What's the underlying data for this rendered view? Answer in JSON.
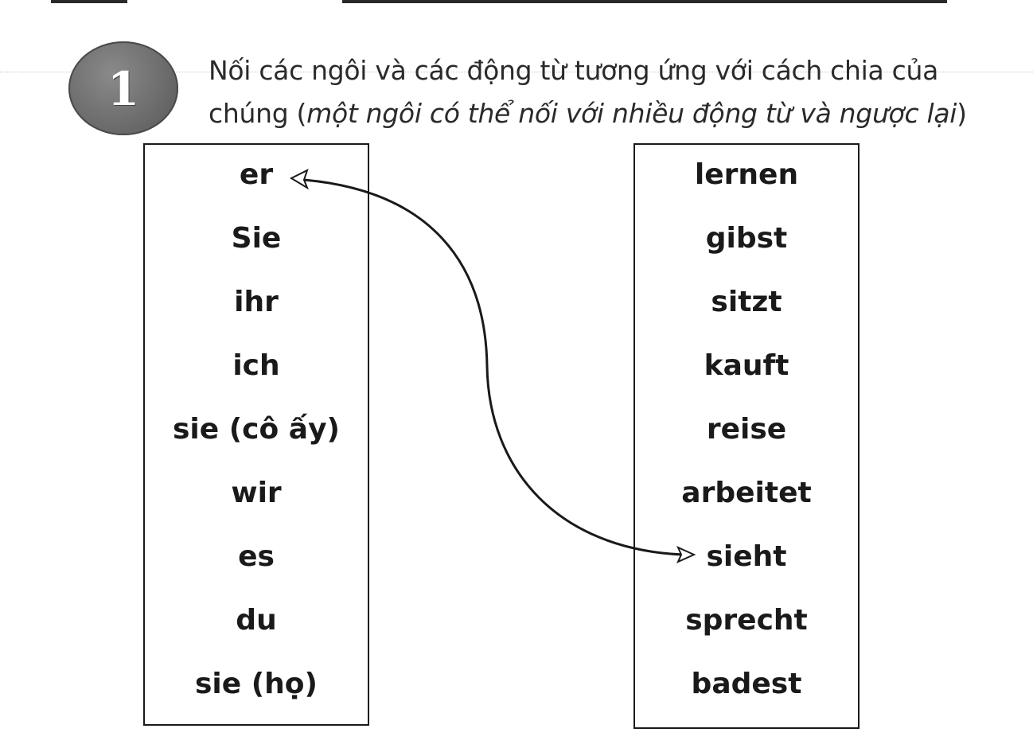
{
  "exercise": {
    "number": "1",
    "instruction_main": "Nối các ngôi và các động từ tương ứng với cách chia của chúng (",
    "instruction_italic": "một ngôi có thể nối với nhiều động từ và ngược lại",
    "instruction_end": ")"
  },
  "pronouns": [
    "er",
    "Sie",
    "ihr",
    "ich",
    "sie (cô ấy)",
    "wir",
    "es",
    "du",
    "sie (họ)"
  ],
  "verbs": [
    "lernen",
    "gibst",
    "sitzt",
    "kauft",
    "reise",
    "arbeitet",
    "sieht",
    "sprecht",
    "badest"
  ],
  "example_connection": {
    "from": "er",
    "to": "sieht"
  }
}
